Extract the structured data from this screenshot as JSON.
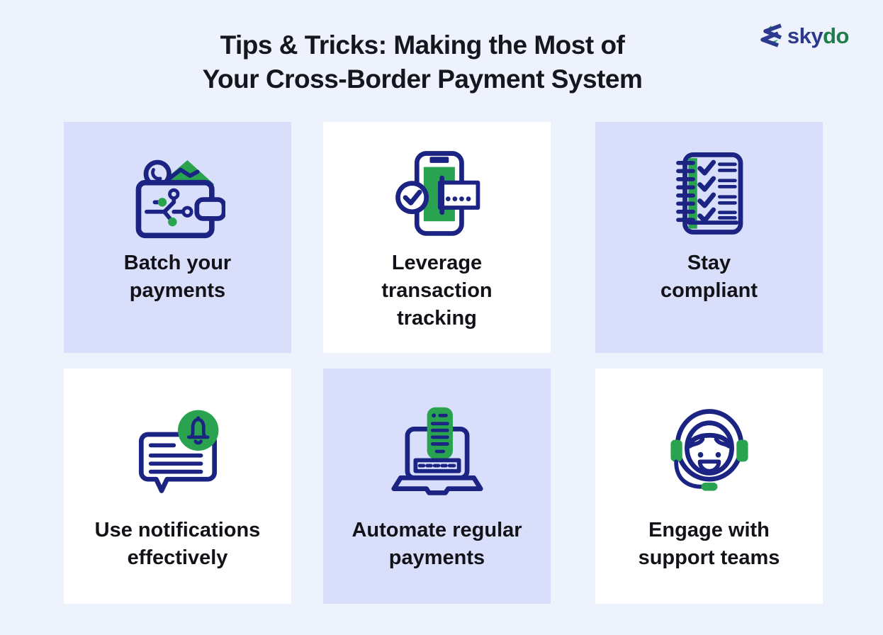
{
  "page": {
    "title_line1": "Tips & Tricks: Making the Most of",
    "title_line2": "Your Cross-Border Payment System"
  },
  "logo": {
    "text_blue": "sky",
    "text_green": "do",
    "icon": "skydo-chevron-icon"
  },
  "cards": [
    {
      "id": "batch-payments",
      "background": "lavender",
      "icon": "wallet-batch-icon",
      "label": "Batch your payments",
      "label_lines": [
        "Batch your",
        "payments"
      ]
    },
    {
      "id": "transaction-tracking",
      "background": "white",
      "icon": "phone-tracking-icon",
      "label": "Leverage transaction tracking",
      "label_lines": [
        "Leverage",
        "transaction",
        "tracking"
      ]
    },
    {
      "id": "stay-compliant",
      "background": "lavender",
      "icon": "compliance-checklist-icon",
      "label": "Stay compliant",
      "label_lines": [
        "Stay",
        "compliant"
      ]
    },
    {
      "id": "notifications",
      "background": "white",
      "icon": "notification-bell-icon",
      "label": "Use notifications effectively",
      "label_lines": [
        "Use notifications",
        "effectively"
      ]
    },
    {
      "id": "automate-payments",
      "background": "lavender",
      "icon": "laptop-automation-icon",
      "label": "Automate regular payments",
      "label_lines": [
        "Automate regular",
        "payments"
      ]
    },
    {
      "id": "support-teams",
      "background": "white",
      "icon": "support-agent-icon",
      "label": "Engage with support teams",
      "label_lines": [
        "Engage with",
        "support teams"
      ]
    }
  ],
  "colors": {
    "page_bg": "#eef2fc",
    "card_lavender": "#d9dffa",
    "card_white": "#ffffff",
    "icon_navy": "#1b2383",
    "icon_green": "#2aa351",
    "title_text": "#16161e",
    "label_text": "#121218",
    "logo_blue": "#2b3a8c",
    "logo_green": "#1e7d4a"
  }
}
